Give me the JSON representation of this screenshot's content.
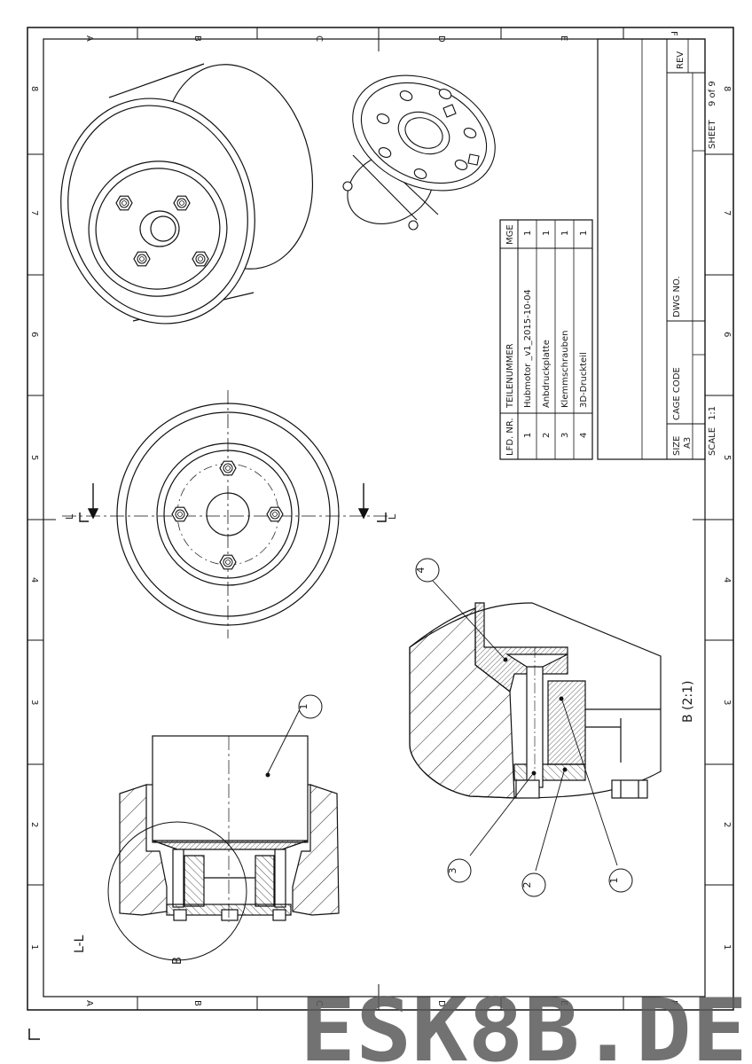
{
  "border": {
    "col_letters": [
      "A",
      "B",
      "C",
      "D",
      "E",
      "F"
    ],
    "row_numbers": [
      "8",
      "7",
      "6",
      "5",
      "4",
      "3",
      "2",
      "1"
    ]
  },
  "title_block": {
    "rev_label": "REV",
    "sheet_label": "SHEET",
    "sheet_value": "9 of 9",
    "dwg_no_label": "DWG NO.",
    "cage_code_label": "CAGE CODE",
    "size_label": "SIZE",
    "size_value": "A3",
    "scale_label": "SCALE",
    "scale_value": "1:1"
  },
  "bom": {
    "headers": [
      "LFD. NR.",
      "TEILENUMMER",
      "MGE"
    ],
    "rows": [
      {
        "nr": "1",
        "part": "Hubmotor _v1_2015-10-04",
        "qty": "1"
      },
      {
        "nr": "2",
        "part": "Anbdruckplatte",
        "qty": "1"
      },
      {
        "nr": "3",
        "part": "Klemmschrauben",
        "qty": "1"
      },
      {
        "nr": "4",
        "part": "3D-Druckteil",
        "qty": "1"
      }
    ]
  },
  "views": {
    "section_label": "L-L",
    "section_marker": "L",
    "detail_circle_label": "B",
    "detail_view_label": "B (2:1)"
  },
  "balloons": {
    "b1_section": "1",
    "b1_detail": "1",
    "b2_detail": "2",
    "b3_detail": "3",
    "b4_detail": "4"
  },
  "watermark": "ESK8B.DE"
}
